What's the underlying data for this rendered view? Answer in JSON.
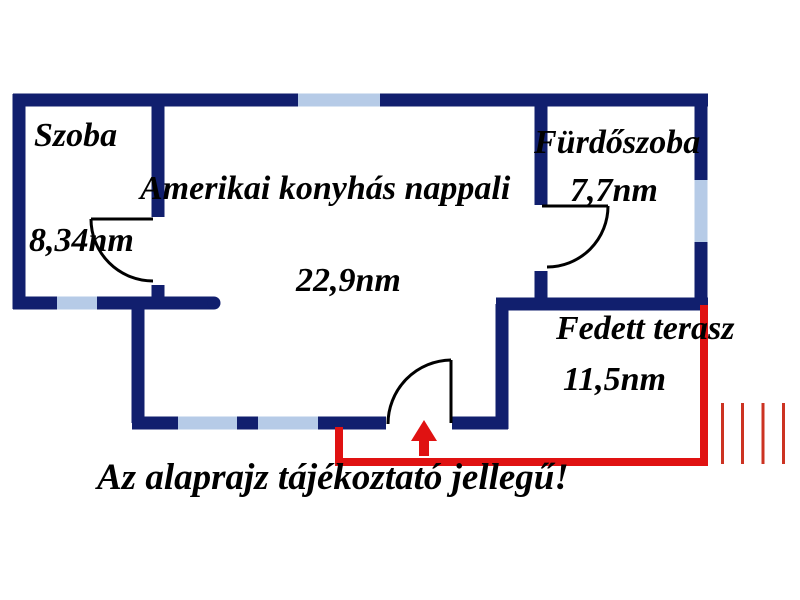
{
  "rooms": [
    {
      "name": "Szoba",
      "area": "8,34nm"
    },
    {
      "name": "Amerikai konyhás nappali",
      "area": "22,9nm"
    },
    {
      "name": "Fürdőszoba",
      "area": "7,7nm"
    },
    {
      "name": "Fedett terasz",
      "area": "11,5nm"
    }
  ],
  "disclaimer": "Az alaprajz tájékoztató jellegű!",
  "colors": {
    "wall": "#111f6e",
    "window": "#b6cbe7",
    "red": "#e01212",
    "hatch": "#cc3322",
    "door": "#000000",
    "text": "#000000",
    "background": "#ffffff"
  },
  "icons": {
    "entrance_arrow": "up-arrow"
  }
}
